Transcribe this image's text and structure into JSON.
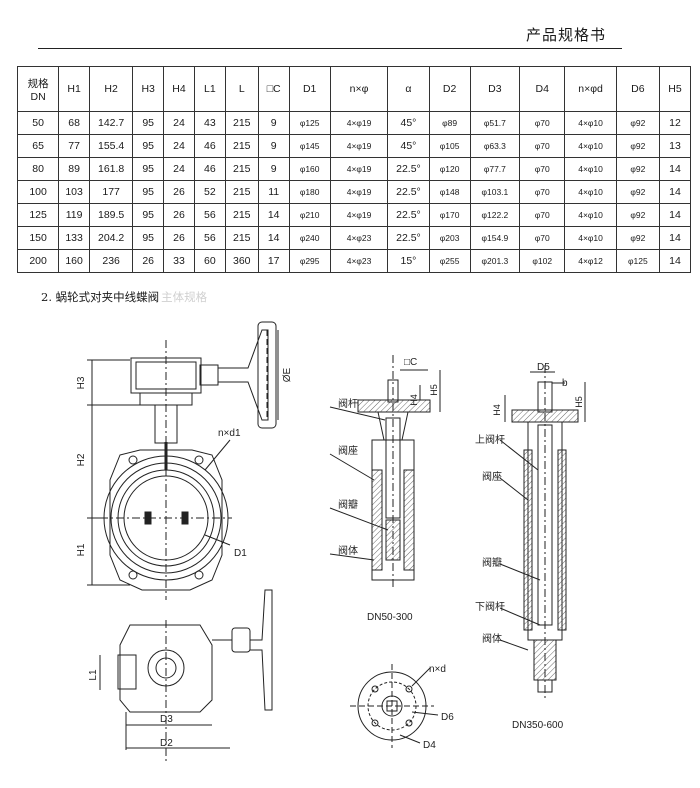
{
  "header": {
    "title": "产品规格书"
  },
  "table": {
    "dn_label_line1": "规格",
    "dn_label_line2": "DN",
    "columns": [
      "H1",
      "H2",
      "H3",
      "H4",
      "L1",
      "L",
      "□C",
      "D1",
      "n×φ",
      "α",
      "D2",
      "D3",
      "D4",
      "n×φd",
      "D6",
      "H5"
    ],
    "rows": [
      [
        "50",
        "68",
        "142.7",
        "95",
        "24",
        "43",
        "215",
        "9",
        "φ125",
        "4×φ19",
        "45°",
        "φ89",
        "φ51.7",
        "φ70",
        "4×φ10",
        "φ92",
        "12"
      ],
      [
        "65",
        "77",
        "155.4",
        "95",
        "24",
        "46",
        "215",
        "9",
        "φ145",
        "4×φ19",
        "45°",
        "φ105",
        "φ63.3",
        "φ70",
        "4×φ10",
        "φ92",
        "13"
      ],
      [
        "80",
        "89",
        "161.8",
        "95",
        "24",
        "46",
        "215",
        "9",
        "φ160",
        "4×φ19",
        "22.5°",
        "φ120",
        "φ77.7",
        "φ70",
        "4×φ10",
        "φ92",
        "14"
      ],
      [
        "100",
        "103",
        "177",
        "95",
        "26",
        "52",
        "215",
        "11",
        "φ180",
        "4×φ19",
        "22.5°",
        "φ148",
        "φ103.1",
        "φ70",
        "4×φ10",
        "φ92",
        "14"
      ],
      [
        "125",
        "119",
        "189.5",
        "95",
        "26",
        "56",
        "215",
        "14",
        "φ210",
        "4×φ19",
        "22.5°",
        "φ170",
        "φ122.2",
        "φ70",
        "4×φ10",
        "φ92",
        "14"
      ],
      [
        "150",
        "133",
        "204.2",
        "95",
        "26",
        "56",
        "215",
        "14",
        "φ240",
        "4×φ23",
        "22.5°",
        "φ203",
        "φ154.9",
        "φ70",
        "4×φ10",
        "φ92",
        "14"
      ],
      [
        "200",
        "160",
        "236",
        "26",
        "33",
        "60",
        "360",
        "17",
        "φ295",
        "4×φ23",
        "15°",
        "φ255",
        "φ201.3",
        "φ102",
        "4×φ12",
        "φ125",
        "14"
      ]
    ]
  },
  "section": {
    "title": "2. 蜗轮式对夹中线蝶阀",
    "faded_suffix": "主体规格"
  },
  "drawing": {
    "left": {
      "H3": "H3",
      "H2": "H2",
      "H1": "H1",
      "phiE": "ØE",
      "nd1": "n×d1",
      "D1": "D1",
      "L1": "L1",
      "D3": "D3",
      "D2": "D2"
    },
    "middle": {
      "C": "□C",
      "H4": "H4",
      "H5": "H5",
      "stem": "阀杆",
      "seat": "阀座",
      "disc": "阀瓣",
      "body": "阀体",
      "caption": "DN50-300"
    },
    "bottom": {
      "nxd": "n×d",
      "D6": "D6",
      "D4": "D4"
    },
    "right": {
      "D5": "D5",
      "b": "b",
      "H4": "H4",
      "H5": "H5",
      "upper_stem": "上阀杆",
      "seat": "阀座",
      "disc": "阀瓣",
      "lower_stem": "下阀杆",
      "body": "阀体",
      "caption": "DN350-600"
    }
  }
}
